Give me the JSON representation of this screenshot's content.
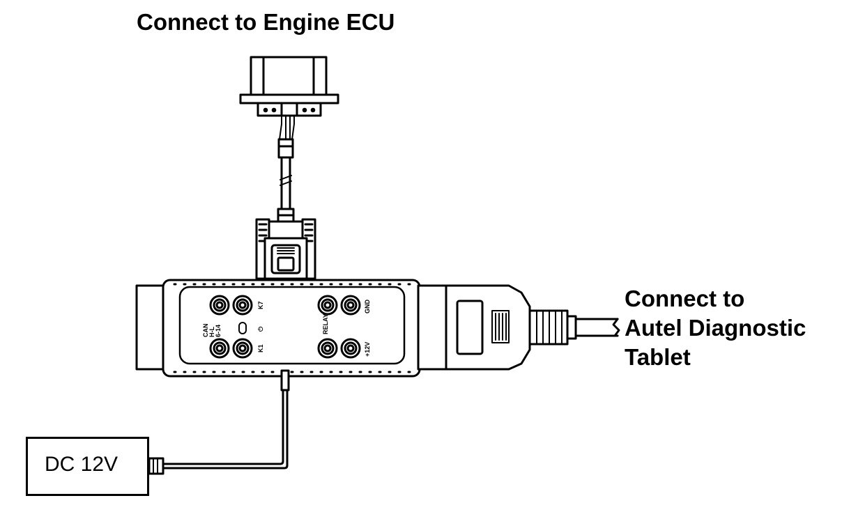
{
  "labels": {
    "ecu": "Connect to Engine ECU",
    "tablet_line1": "Connect to",
    "tablet_line2": "Autel Diagnostic",
    "tablet_line3": "Tablet",
    "power": "DC 12V"
  },
  "panel": {
    "k7": "K7",
    "k1": "K1",
    "can1": "CAN",
    "can2": "H-L",
    "can3": "6-14",
    "power_symbol": "⏻",
    "relay": "RELAY",
    "gnd": "GND",
    "plus12v": "+12V"
  },
  "colors": {
    "ink": "#000000",
    "paper": "#ffffff"
  }
}
